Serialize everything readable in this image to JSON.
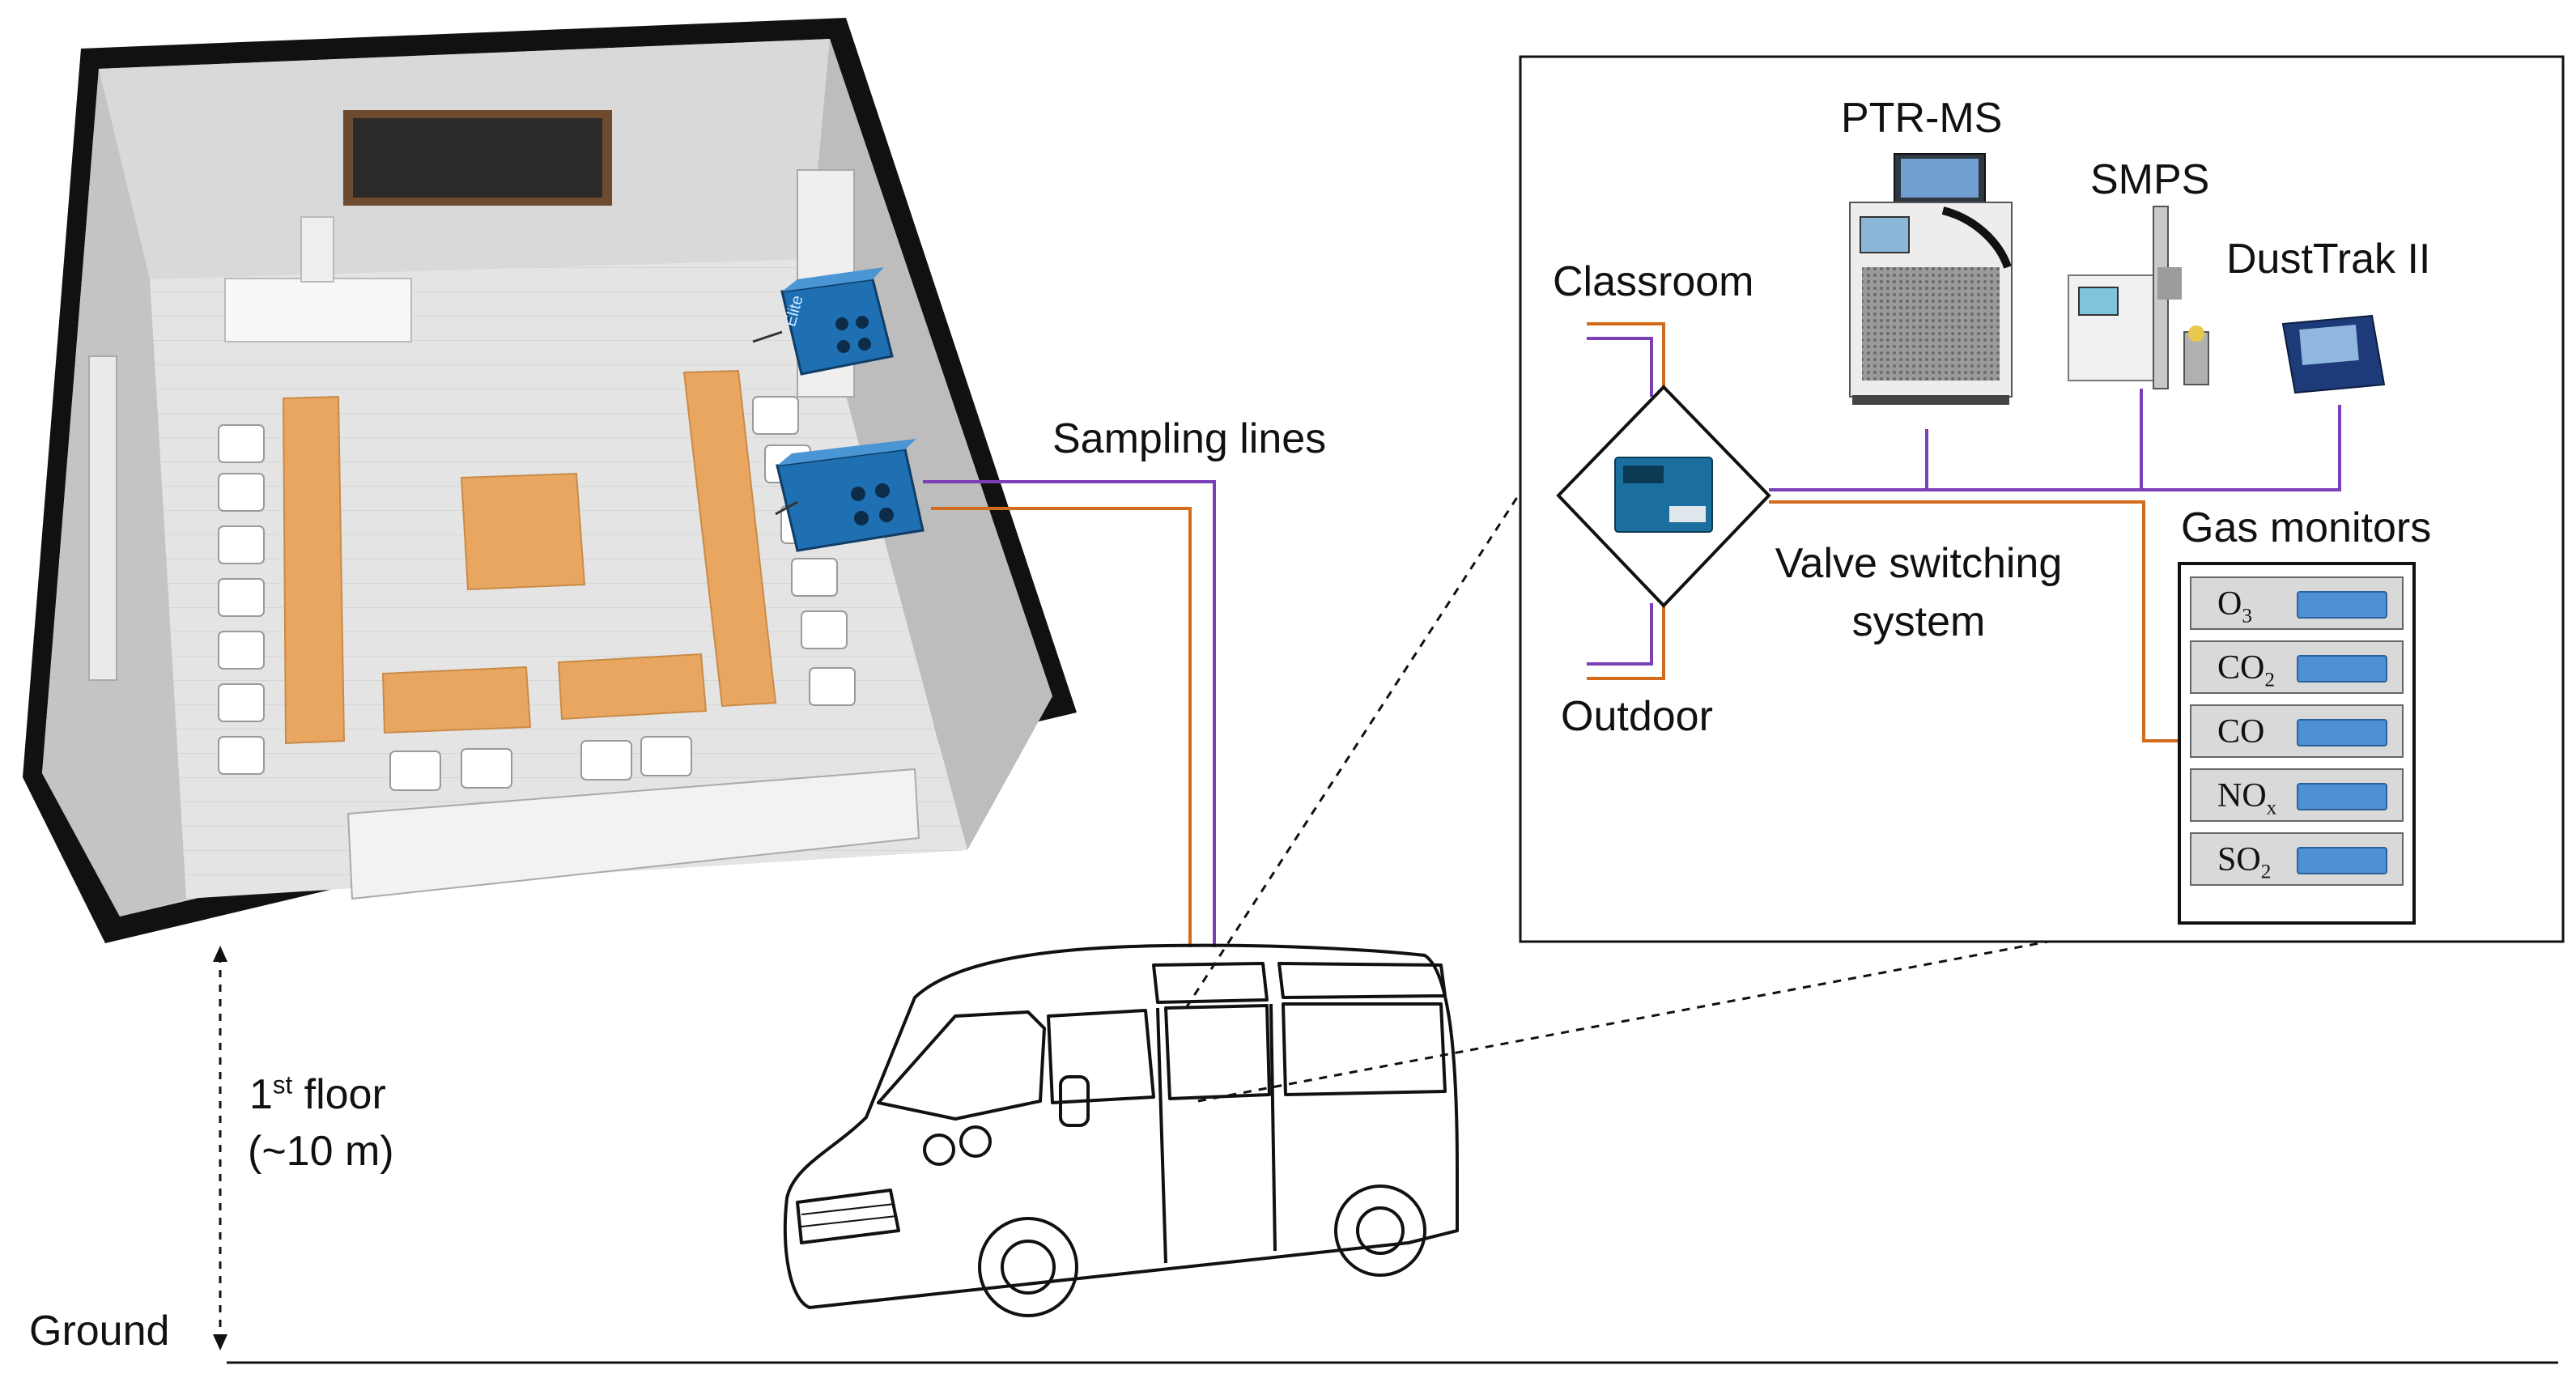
{
  "labels": {
    "sampling_lines": "Sampling lines",
    "floor_sup": "st",
    "floor_word": "floor",
    "floor_num": "1",
    "floor_height": "(~10 m)",
    "ground": "Ground",
    "classroom": "Classroom",
    "outdoor": "Outdoor",
    "valve_line1": "Valve switching",
    "valve_line2": "system",
    "ptrms": "PTR-MS",
    "smps": "SMPS",
    "dusttrak": "DustTrak II",
    "gas_monitors": "Gas monitors"
  },
  "gas_monitors": [
    {
      "base": "O",
      "sub": "3"
    },
    {
      "base": "CO",
      "sub": "2"
    },
    {
      "base": "CO",
      "sub": ""
    },
    {
      "base": "NO",
      "sub": "x"
    },
    {
      "base": "SO",
      "sub": "2"
    }
  ],
  "device_text": {
    "sampler_brand": "Elite"
  },
  "colors": {
    "sampling_line_orange": "#d36b1c",
    "sampling_line_purple": "#7b3fb8",
    "gas_indicator": "#4f8fd6",
    "sampler_blue": "#1f6fb3",
    "table_wood": "#e8a660",
    "wall_black": "#111111"
  }
}
